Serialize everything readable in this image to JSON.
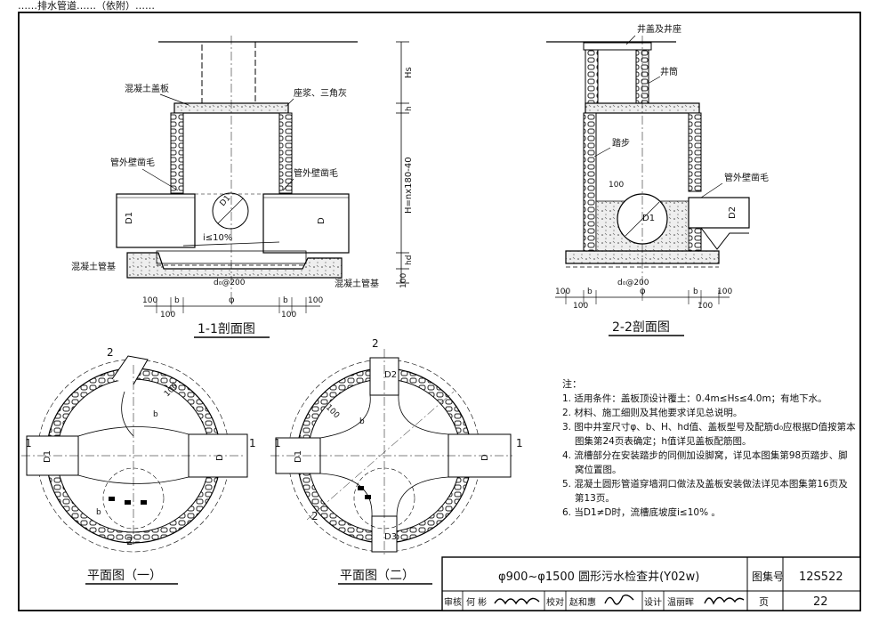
{
  "header_fragment": "……排水管道……（依附）……",
  "section_1": {
    "title": "1-1剖面图",
    "labels": {
      "concrete_cover": "混凝土盖板",
      "mortar": "座浆、三角灰",
      "pipe_wall_left": "管外壁凿毛",
      "pipe_wall_right": "管外壁凿毛",
      "pipe_base_left": "混凝土管基",
      "pipe_base_right": "混凝土管基",
      "d1": "D1",
      "d": "D",
      "d1_circle": "D1",
      "slope": "i≤10%",
      "rebar": "d₀@200",
      "hs": "Hs",
      "h": "h",
      "H": "H=nx180-40",
      "hd": "hd",
      "dim_100a": "100",
      "dim_b": "b",
      "dim_100b": "100",
      "dim_phi": "φ",
      "dim_b2": "b",
      "dim_100c": "100",
      "dim_100d": "100",
      "dim_100v": "100"
    }
  },
  "section_2": {
    "title": "2-2剖面图",
    "labels": {
      "cover_seat": "井盖及井座",
      "shaft": "井筒",
      "step": "踏步",
      "pipe_wall": "管外壁凿毛",
      "d1": "D1",
      "d2": "D2",
      "dim_100": "100",
      "rebar": "d₀@200",
      "dim_100a": "100",
      "dim_b": "b",
      "dim_100b": "100",
      "dim_phi": "φ",
      "dim_b2": "b",
      "dim_100c": "100",
      "dim_100d": "100"
    }
  },
  "plan_1": {
    "title": "平面图（一）",
    "labels": {
      "cut2_top": "2",
      "cut2_bottom": "2",
      "cut1_left": "1",
      "cut1_right": "1",
      "d1": "D1",
      "d": "D",
      "dim_100": "100",
      "b": "b",
      "b2": "b"
    }
  },
  "plan_2": {
    "title": "平面图（二）",
    "labels": {
      "cut2_top": "2",
      "cut2_bottom": "2",
      "cut1_left": "1",
      "cut1_right": "1",
      "d1": "D1",
      "d": "D",
      "d2": "D2",
      "d3": "D3",
      "dim_100": "100",
      "b": "b"
    }
  },
  "notes": {
    "heading": "注：",
    "items": [
      "1. 适用条件：盖板顶设计覆土：0.4m≤Hs≤4.0m；有地下水。",
      "2. 材料、施工细则及其他要求详见总说明。",
      "3. 图中井室尺寸φ、b、H、hd值、盖板型号及配筋d₀应根据D值按第本图集第24页表确定；h值详见盖板配筋图。",
      "4. 流槽部分在安装踏步的同侧加设脚窝，详见本图集第98页踏步、脚窝位置图。",
      "5. 混凝土圆形管道穿墙洞口做法及盖板安装做法详见本图集第16页及第13页。",
      "6. 当D1≠D时，流槽底坡度i≤10% 。"
    ]
  },
  "title_block": {
    "title": "φ900~φ1500  圆形污水检查井(Y02w)",
    "atlas_label": "图集号",
    "atlas_no": "12S522",
    "page_label": "页",
    "page_no": "22",
    "review_label": "审核",
    "reviewer": "何 彬",
    "check_label": "校对",
    "checker": "赵和惠",
    "design_label": "设计",
    "designer": "温丽晖"
  }
}
